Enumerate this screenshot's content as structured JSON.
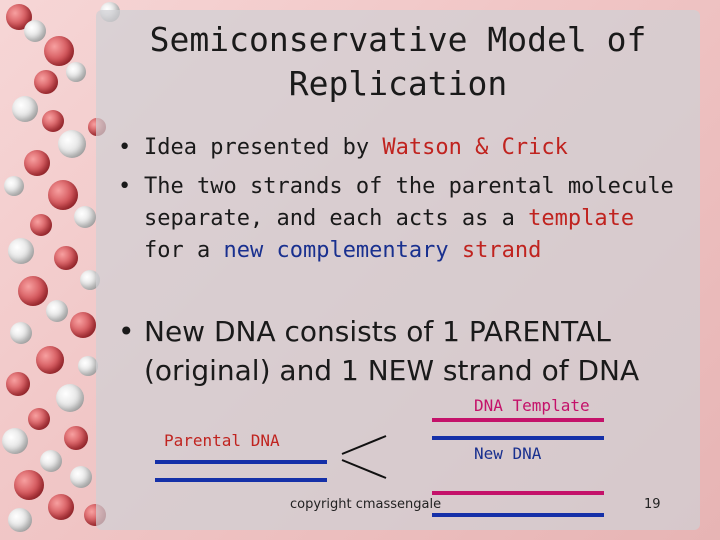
{
  "slide": {
    "title": "Semiconservative Model of Replication",
    "bullets": [
      {
        "bullet_char": "•",
        "parts": [
          {
            "text": "Idea presented by ",
            "color": "#1a1a1a"
          },
          {
            "text": "Watson & Crick",
            "color": "#c0231f"
          }
        ]
      },
      {
        "bullet_char": "•",
        "parts": [
          {
            "text": "The two strands of the parental molecule separate, and each acts as a ",
            "color": "#1a1a1a"
          },
          {
            "text": "template",
            "color": "#c0231f"
          },
          {
            "text": " for a ",
            "color": "#1a1a1a"
          },
          {
            "text": "new complementary",
            "color": "#19308f"
          },
          {
            "text": " ",
            "color": "#1a1a1a"
          },
          {
            "text": "strand",
            "color": "#c0231f"
          }
        ]
      },
      {
        "bullet_char": "•",
        "text": "New DNA consists of 1 PARENTAL (original) and 1 NEW strand of DNA"
      }
    ],
    "diagram": {
      "parental_label": "Parental DNA",
      "template_label": "DNA Template",
      "new_label": "New DNA",
      "colors": {
        "parental": "#1530a8",
        "template": "#c4126a",
        "new_label": "#19308f",
        "parental_label": "#c0231f",
        "template_label": "#c4126a"
      }
    },
    "footer": {
      "copyright": "copyright cmassengale",
      "page_number": "19"
    }
  }
}
